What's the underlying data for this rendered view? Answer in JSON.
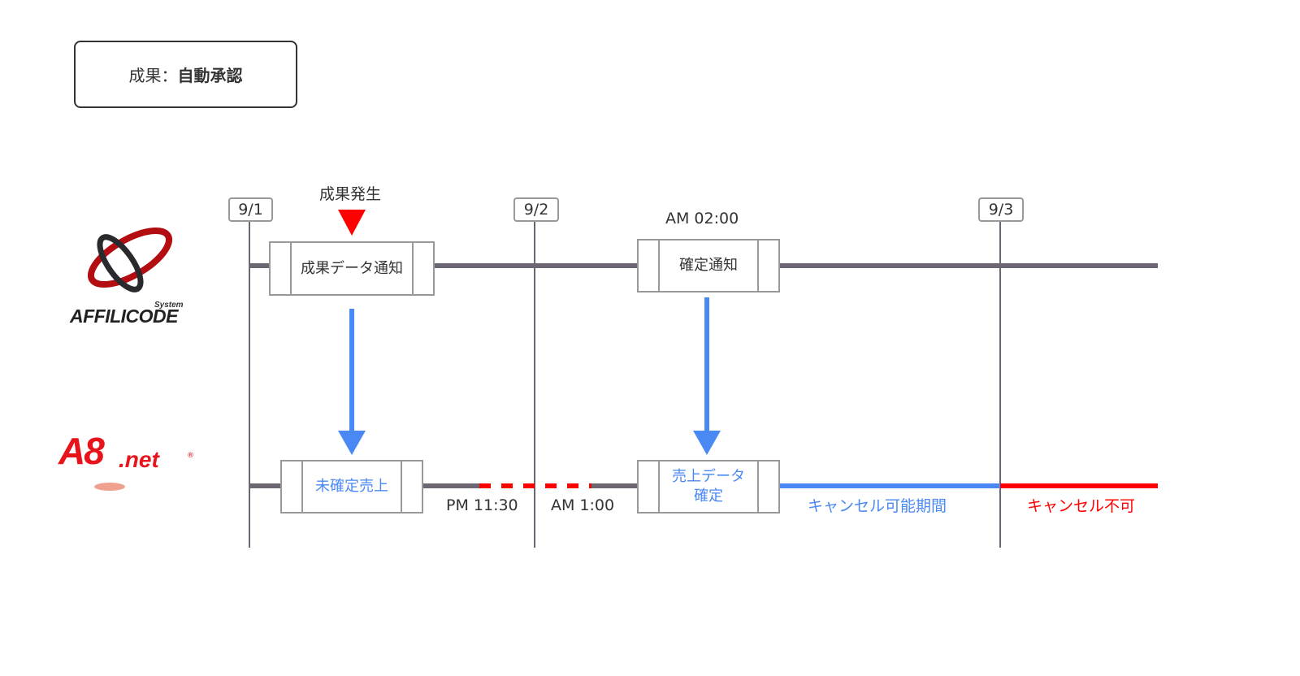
{
  "title": {
    "prefix": "成果：",
    "value": "自動承認"
  },
  "logos": {
    "affilicode": {
      "system": "System",
      "name": "AFFILICODE"
    },
    "a8": {
      "name": "A8",
      "suffix": ".net",
      "mark": "®"
    }
  },
  "dates": [
    "9/1",
    "9/2",
    "9/3"
  ],
  "top_row": {
    "event_label": "成果発生",
    "time_label": "AM 02:00",
    "process_1": "成果データ通知",
    "process_2": "確定通知"
  },
  "bottom_row": {
    "process_1": "未確定売上",
    "process_2_line1": "売上データ",
    "process_2_line2": "確定",
    "time_start": "PM 11:30",
    "time_end": "AM 1:00",
    "cancel_possible": "キャンセル可能期間",
    "cancel_impossible": "キャンセル不可"
  },
  "colors": {
    "timeline": "#6b6672",
    "flow_arrow": "#4a89f3",
    "event_marker": "#ff0000",
    "cancel_possible": "#4a89f3",
    "cancel_impossible": "#ff0000"
  }
}
